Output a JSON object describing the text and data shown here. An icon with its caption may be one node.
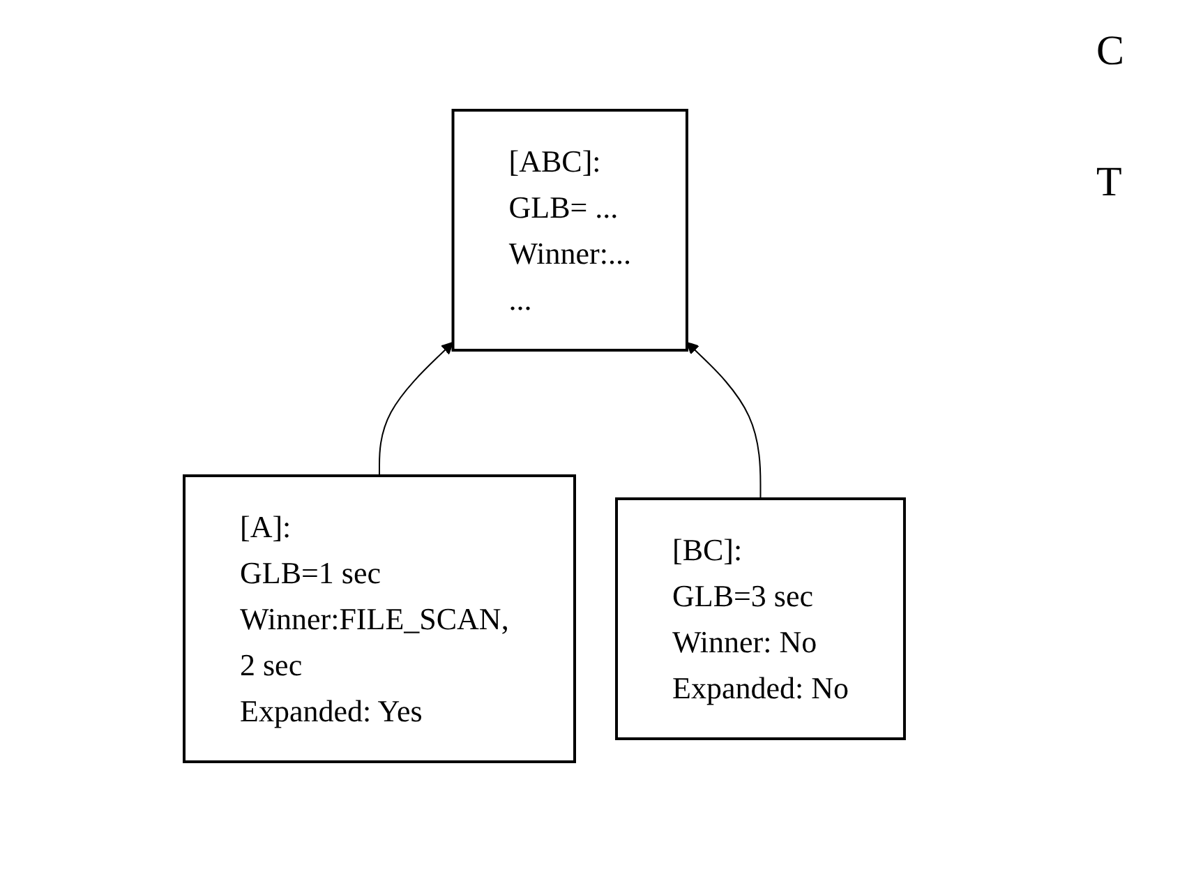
{
  "diagram": {
    "nodes": [
      {
        "text": [
          "[ABC]:",
          "GLB= ...",
          "Winner:...",
          "..."
        ]
      },
      {
        "text": [
          "[A]:",
          "GLB=1 sec",
          "Winner:FILE_SCAN, 2 sec",
          "Expanded: Yes"
        ]
      },
      {
        "text": [
          "[BC]:",
          "GLB=3 sec",
          "Winner: No",
          "Expanded: No"
        ]
      }
    ],
    "edges": [
      {
        "from": 1,
        "to": 0,
        "arrow": "to"
      },
      {
        "from": 2,
        "to": 0,
        "arrow": "to"
      }
    ],
    "labels": [
      "C",
      "T"
    ]
  }
}
